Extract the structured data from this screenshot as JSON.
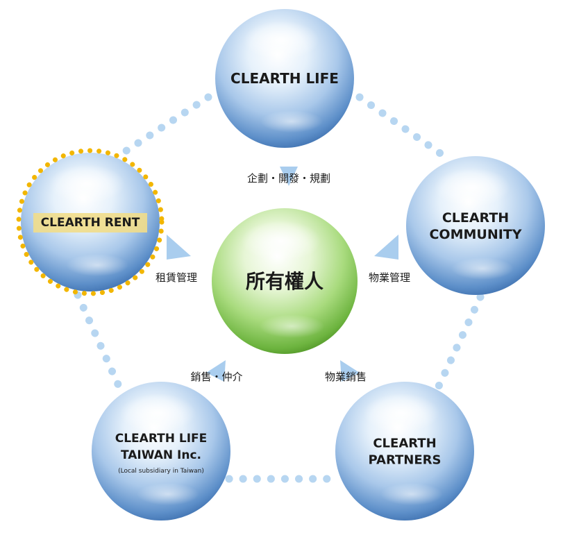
{
  "nodes": {
    "life": {
      "lines": [
        "CLEARTH LIFE"
      ]
    },
    "community": {
      "lines": [
        "CLEARTH",
        "COMMUNITY"
      ]
    },
    "rent": {
      "lines": [
        "CLEARTH RENT"
      ]
    },
    "owner": {
      "lines": [
        "所有權人"
      ]
    },
    "taiwan": {
      "lines": [
        "CLEARTH LIFE",
        "TAIWAN Inc."
      ],
      "note": "(Local subsidiary in Taiwan)"
    },
    "partners": {
      "lines": [
        "CLEARTH",
        "PARTNERS"
      ]
    }
  },
  "relations": {
    "planning": "企劃・開發・規劃",
    "leasing": "租賃管理",
    "property_mgmt": "物業管理",
    "brokerage": "銷售・仲介",
    "property_sales": "物業銷售"
  },
  "colors": {
    "blue_sphere": "#5d8fc9",
    "green_sphere": "#7cc14e",
    "dots": "#b7d6f1",
    "arrow": "#a9cdee",
    "highlight_ring": "#f2b600",
    "highlight_label": "#f1dd8a"
  }
}
